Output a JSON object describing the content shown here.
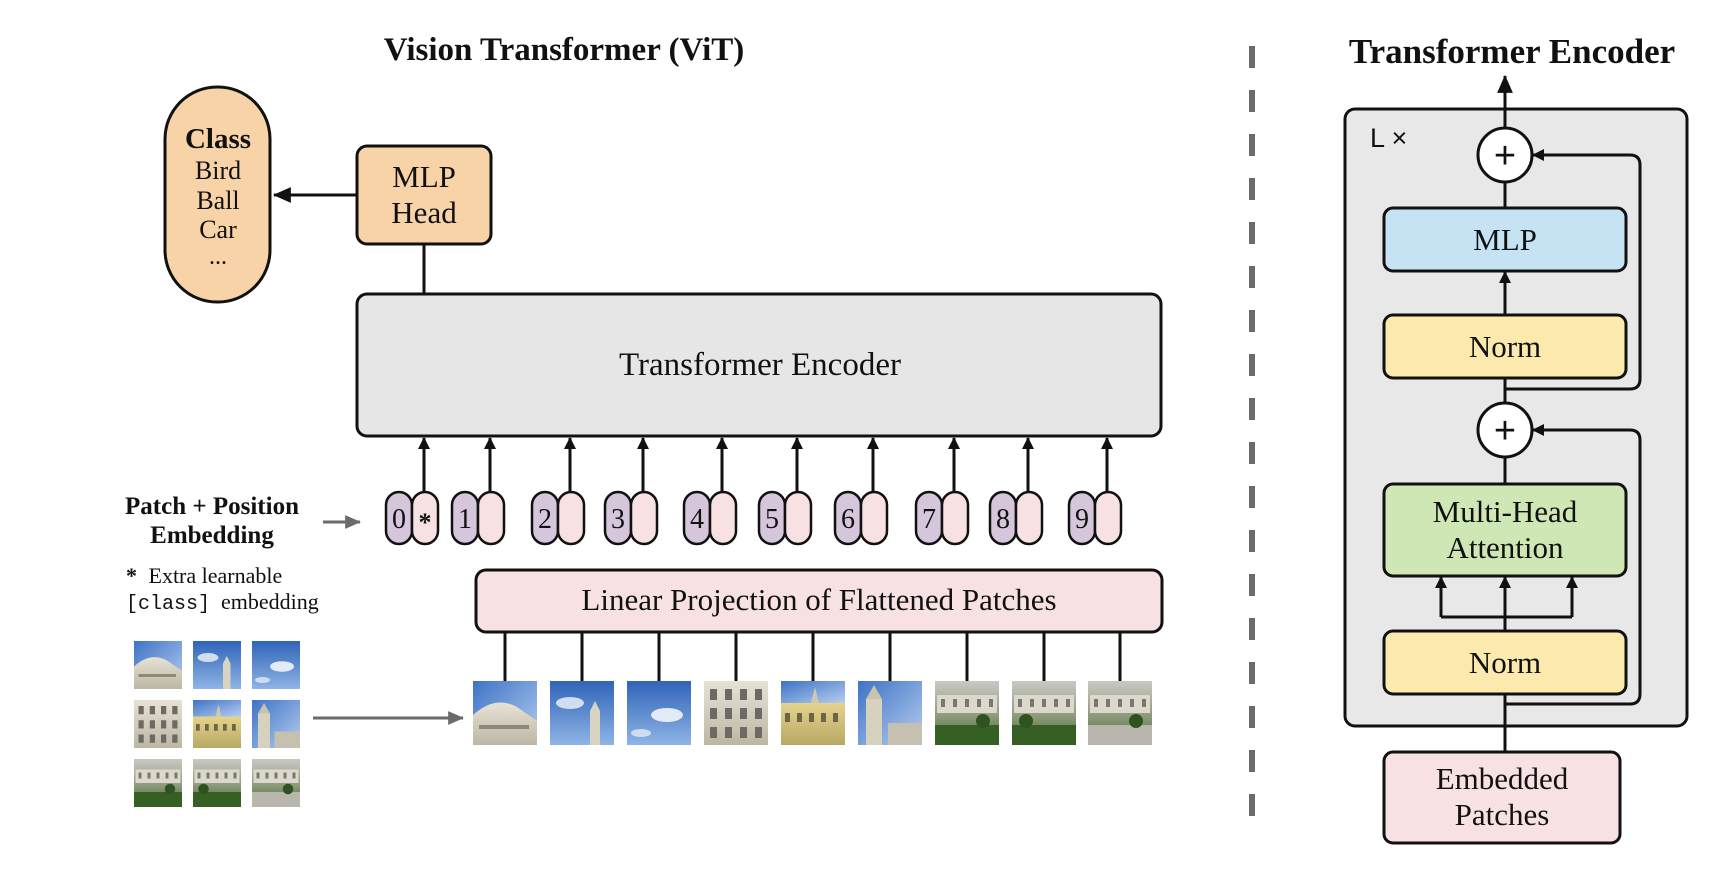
{
  "vit": {
    "title": "Vision Transformer (ViT)",
    "class_box": {
      "heading": "Class",
      "items": [
        "Bird",
        "Ball",
        "Car",
        "..."
      ]
    },
    "mlp_head": [
      "MLP",
      "Head"
    ],
    "encoder_label": "Transformer Encoder",
    "embedding_label": [
      "Patch + Position",
      "Embedding"
    ],
    "extra_note": {
      "star": "*",
      "line1": "Extra learnable",
      "code": "[class]",
      "line2_rest": "embedding"
    },
    "tokens": [
      "0",
      "1",
      "2",
      "3",
      "4",
      "5",
      "6",
      "7",
      "8",
      "9"
    ],
    "class_token_mark": "*",
    "projection_label": "Linear Projection of Flattened Patches"
  },
  "encoder_detail": {
    "title": "Transformer Encoder",
    "repeat": "L ×",
    "plus": "+",
    "mlp": "MLP",
    "norm_upper": "Norm",
    "mha": [
      "Multi-Head",
      "Attention"
    ],
    "norm_lower": "Norm",
    "embedded": [
      "Embedded",
      "Patches"
    ]
  },
  "colors": {
    "orange": "#f8d3a7",
    "gray_box": "#e6e6e6",
    "purple": "#d5c6dc",
    "pink": "#f8e1e2",
    "blue": "#c6e3f4",
    "yellow": "#fbe9ad",
    "green": "#cfe6b5",
    "panel": "#e8e8e8",
    "stroke": "#111111",
    "dash": "#6b6b6b"
  },
  "icons": {
    "patch_image": "building-photo-tile",
    "arrow": "arrow-head"
  }
}
